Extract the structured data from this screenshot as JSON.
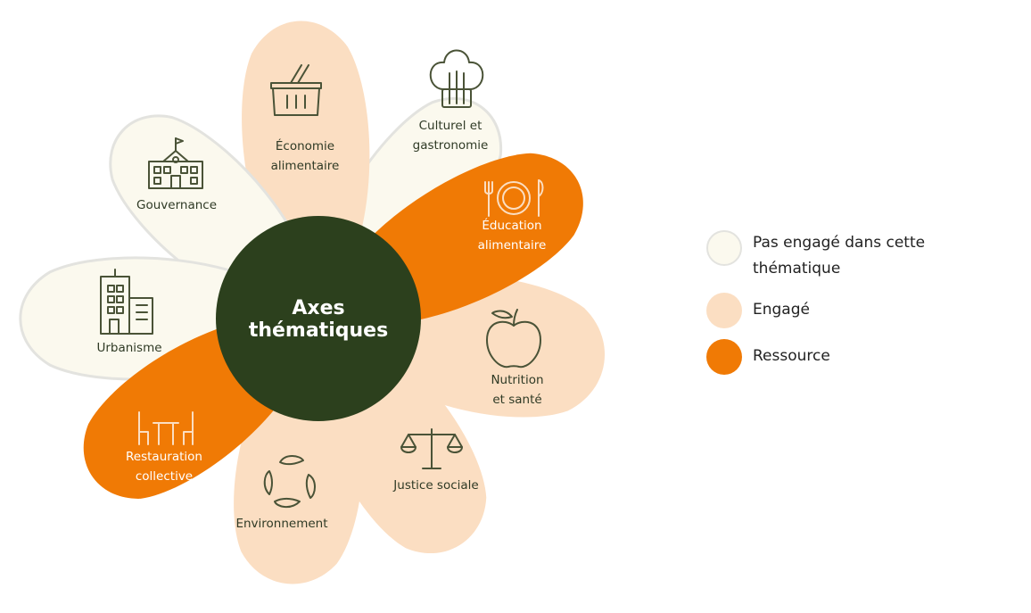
{
  "colors": {
    "not_engaged_fill": "#fbf9ee",
    "not_engaged_stroke": "#e3e3df",
    "engaged_fill": "#fbdec2",
    "resource_fill": "#f07a05",
    "center_fill": "#2c401d",
    "center_text": "#ffffff",
    "label_dark": "#2f3a25",
    "label_light": "#ffffff",
    "icon_dark": "#4a5337",
    "icon_light": "#fbdec2"
  },
  "center": {
    "line1": "Axes",
    "line2": "thématiques"
  },
  "petals": [
    {
      "id": "culturel",
      "status": "not_engaged",
      "icon": "chef-hat-icon",
      "lines": [
        "Culturel et",
        "gastronomie"
      ]
    },
    {
      "id": "economie",
      "status": "engaged",
      "icon": "basket-icon",
      "lines": [
        "Économie",
        "alimentaire"
      ]
    },
    {
      "id": "gouvernance",
      "status": "not_engaged",
      "icon": "town-hall-icon",
      "lines": [
        "Gouvernance"
      ]
    },
    {
      "id": "urbanisme",
      "status": "not_engaged",
      "icon": "buildings-icon",
      "lines": [
        "Urbanisme"
      ]
    },
    {
      "id": "justice",
      "status": "engaged",
      "icon": "scale-icon",
      "lines": [
        "Justice sociale"
      ]
    },
    {
      "id": "environnement",
      "status": "engaged",
      "icon": "leaves-cycle-icon",
      "lines": [
        "Environnement"
      ]
    },
    {
      "id": "nutrition",
      "status": "engaged",
      "icon": "apple-icon",
      "lines": [
        "Nutrition",
        "et santé"
      ]
    },
    {
      "id": "restauration",
      "status": "resource",
      "icon": "table-chairs-icon",
      "lines": [
        "Restauration",
        "collective"
      ]
    },
    {
      "id": "education",
      "status": "resource",
      "icon": "plate-cutlery-icon",
      "lines": [
        "Éducation",
        "alimentaire"
      ]
    }
  ],
  "legend": [
    {
      "status": "not_engaged",
      "text": "Pas engagé dans cette thématique"
    },
    {
      "status": "engaged",
      "text": "Engagé"
    },
    {
      "status": "resource",
      "text": "Ressource"
    }
  ]
}
